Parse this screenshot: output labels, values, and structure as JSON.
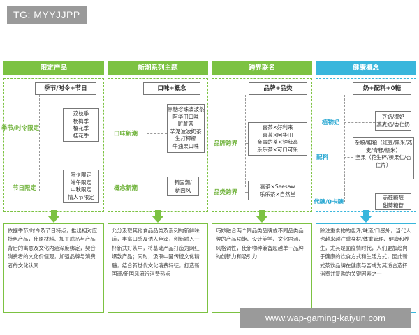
{
  "watermark_tag": "TG: MYYJJPP",
  "site_banner": "www.wap-gaming-kaiyun.com",
  "colors": {
    "green": "#7cc242",
    "blue": "#39b6dc",
    "gray": "#9a9a9a"
  },
  "columns": [
    {
      "header": "限定产品",
      "top_box": "季节/时令+节日",
      "groups": [
        {
          "label": "季节/时令限定",
          "items": [
            "荔枝季",
            "杨梅季",
            "樱花季",
            "桂花季"
          ]
        },
        {
          "label": "节日限定",
          "items": [
            "除夕限定",
            "端午限定",
            "中秋限定",
            "情人节限定"
          ]
        }
      ],
      "description": "依据季节/时令及节日特点，推出相对应特色产品，使原材料、加工成品与产品背后的寓意及文化内涵深度绑定，契合消费者的文化价值观，加强品牌与消费者的文化认同"
    },
    {
      "header": "新潮系列主题",
      "top_box": "口味+概念",
      "groups": [
        {
          "label": "口味新潮",
          "items": [
            "黑糖珍珠波波茶",
            "阿华田口味",
            "脏脏茶",
            "芋泥波波奶茶",
            "生打椰椰",
            "牛油果口味"
          ]
        },
        {
          "label": "概念新潮",
          "items": [
            "新国潮/",
            "新国风"
          ]
        }
      ],
      "description": "允分汲取其他食品品类及系列的新鲜味道，丰富口感及诱人色泽，创新融入一杯新式好茶中，将基础产品打造为网红爆款产品；同时，汲取中国传统文化精髓，结合新世代文化消费特征，打造新国潮/新国风流行消费热点"
    },
    {
      "header": "跨界联名",
      "top_box": "品牌+品类",
      "groups": [
        {
          "label": "品牌跨界",
          "items": [
            "喜茶×好利来",
            "喜茶×阿华田",
            "奈雪的茶×钟薛高",
            "乐乐茶×可口可乐"
          ]
        },
        {
          "label": "品类跨界",
          "items": [
            "喜茶×Seesaw",
            "乐乐茶×自然堂"
          ]
        }
      ],
      "description": "巧妙融合两个同品类品牌或不同品类品牌的产品功能、设计美学、文化内涵、风格调性，使新物种兼备超越单一品牌的创新力和吸引力"
    },
    {
      "header": "健康概念",
      "top_box": "奶+配料+0糖",
      "groups": [
        {
          "label": "植物奶",
          "items": [
            "豆奶/椰奶",
            "燕麦奶/杏仁奶"
          ]
        },
        {
          "label": "配料",
          "items": [
            "杂粮/粗粮（红豆/黑米/燕麦/青稞/糯米）",
            "坚果（花生碎/榛果仁/杏仁片）"
          ]
        },
        {
          "label": "代糖/0卡糖",
          "items": [
            "赤藓糖醇",
            "甜菊糖苷"
          ]
        }
      ],
      "description": "除注重食物的色泽/味道/口感外，当代人也越来越注重身材/体重管理、健康和养生，尤其是面疫情时代，人们更加趋向于健康的饮食方式和生活方式，因此新式茶饮品牌在健康与否成为其适合选择消费并复购的关键因素之一"
    }
  ]
}
